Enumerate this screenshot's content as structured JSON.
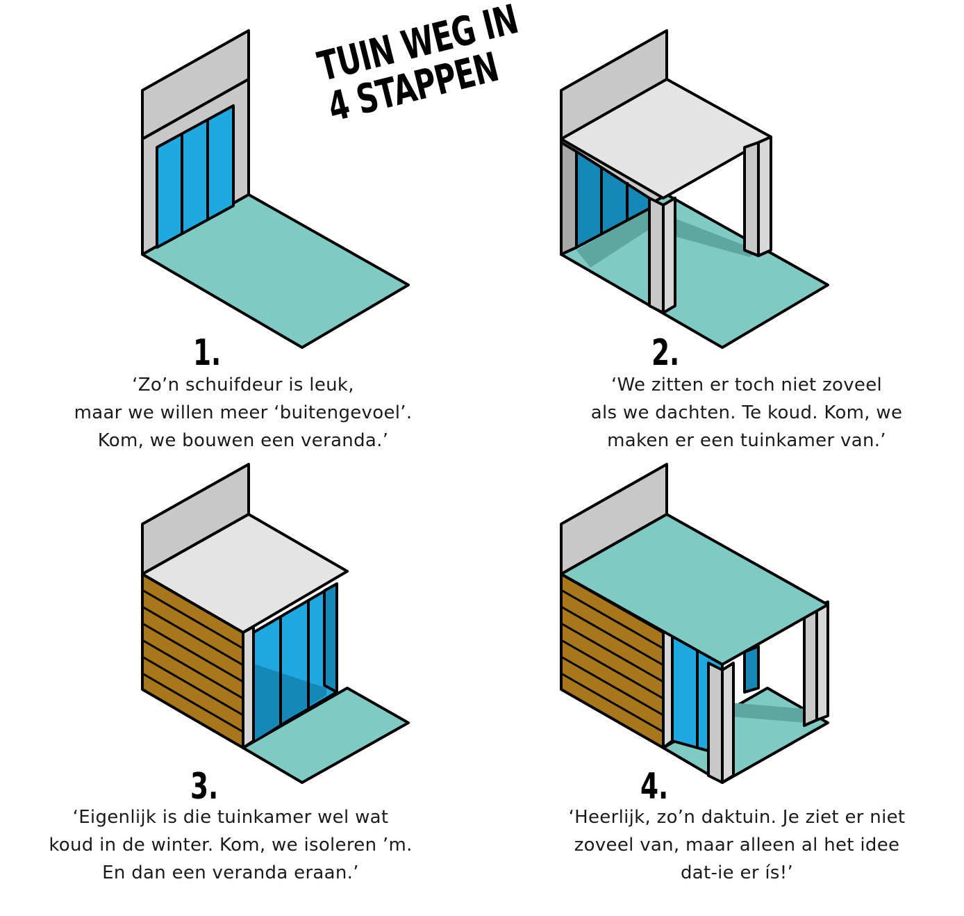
{
  "title": {
    "line1": "TUIN WEG IN",
    "line2": "4 STAPPEN"
  },
  "colors": {
    "wall": "#c8c8c8",
    "glass": "#1ea9e1",
    "glass_dark": "#1588b8",
    "ground": "#80cac4",
    "roof": "#e4e4e4",
    "wood": "#a8771c",
    "outline": "#000000"
  },
  "steps": [
    {
      "number": "1.",
      "lines": [
        "‘Zo’n schuifdeur is leuk,",
        "maar we willen meer ‘buitengevoel’.",
        "Kom, we bouwen een veranda.’"
      ]
    },
    {
      "number": "2.",
      "lines": [
        "‘We zitten er toch niet zoveel",
        "als we dachten. Te koud. Kom, we",
        "maken er een tuinkamer van.’"
      ]
    },
    {
      "number": "3.",
      "lines": [
        "‘Eigenlijk is die tuinkamer wel wat",
        "koud in de winter. Kom, we isoleren ’m.",
        "En dan een veranda eraan.’"
      ]
    },
    {
      "number": "4.",
      "lines": [
        "‘Heerlijk, zo’n daktuin. Je ziet er niet",
        "zoveel van, maar alleen al het idee",
        "dat-ie er ís!’"
      ]
    }
  ]
}
